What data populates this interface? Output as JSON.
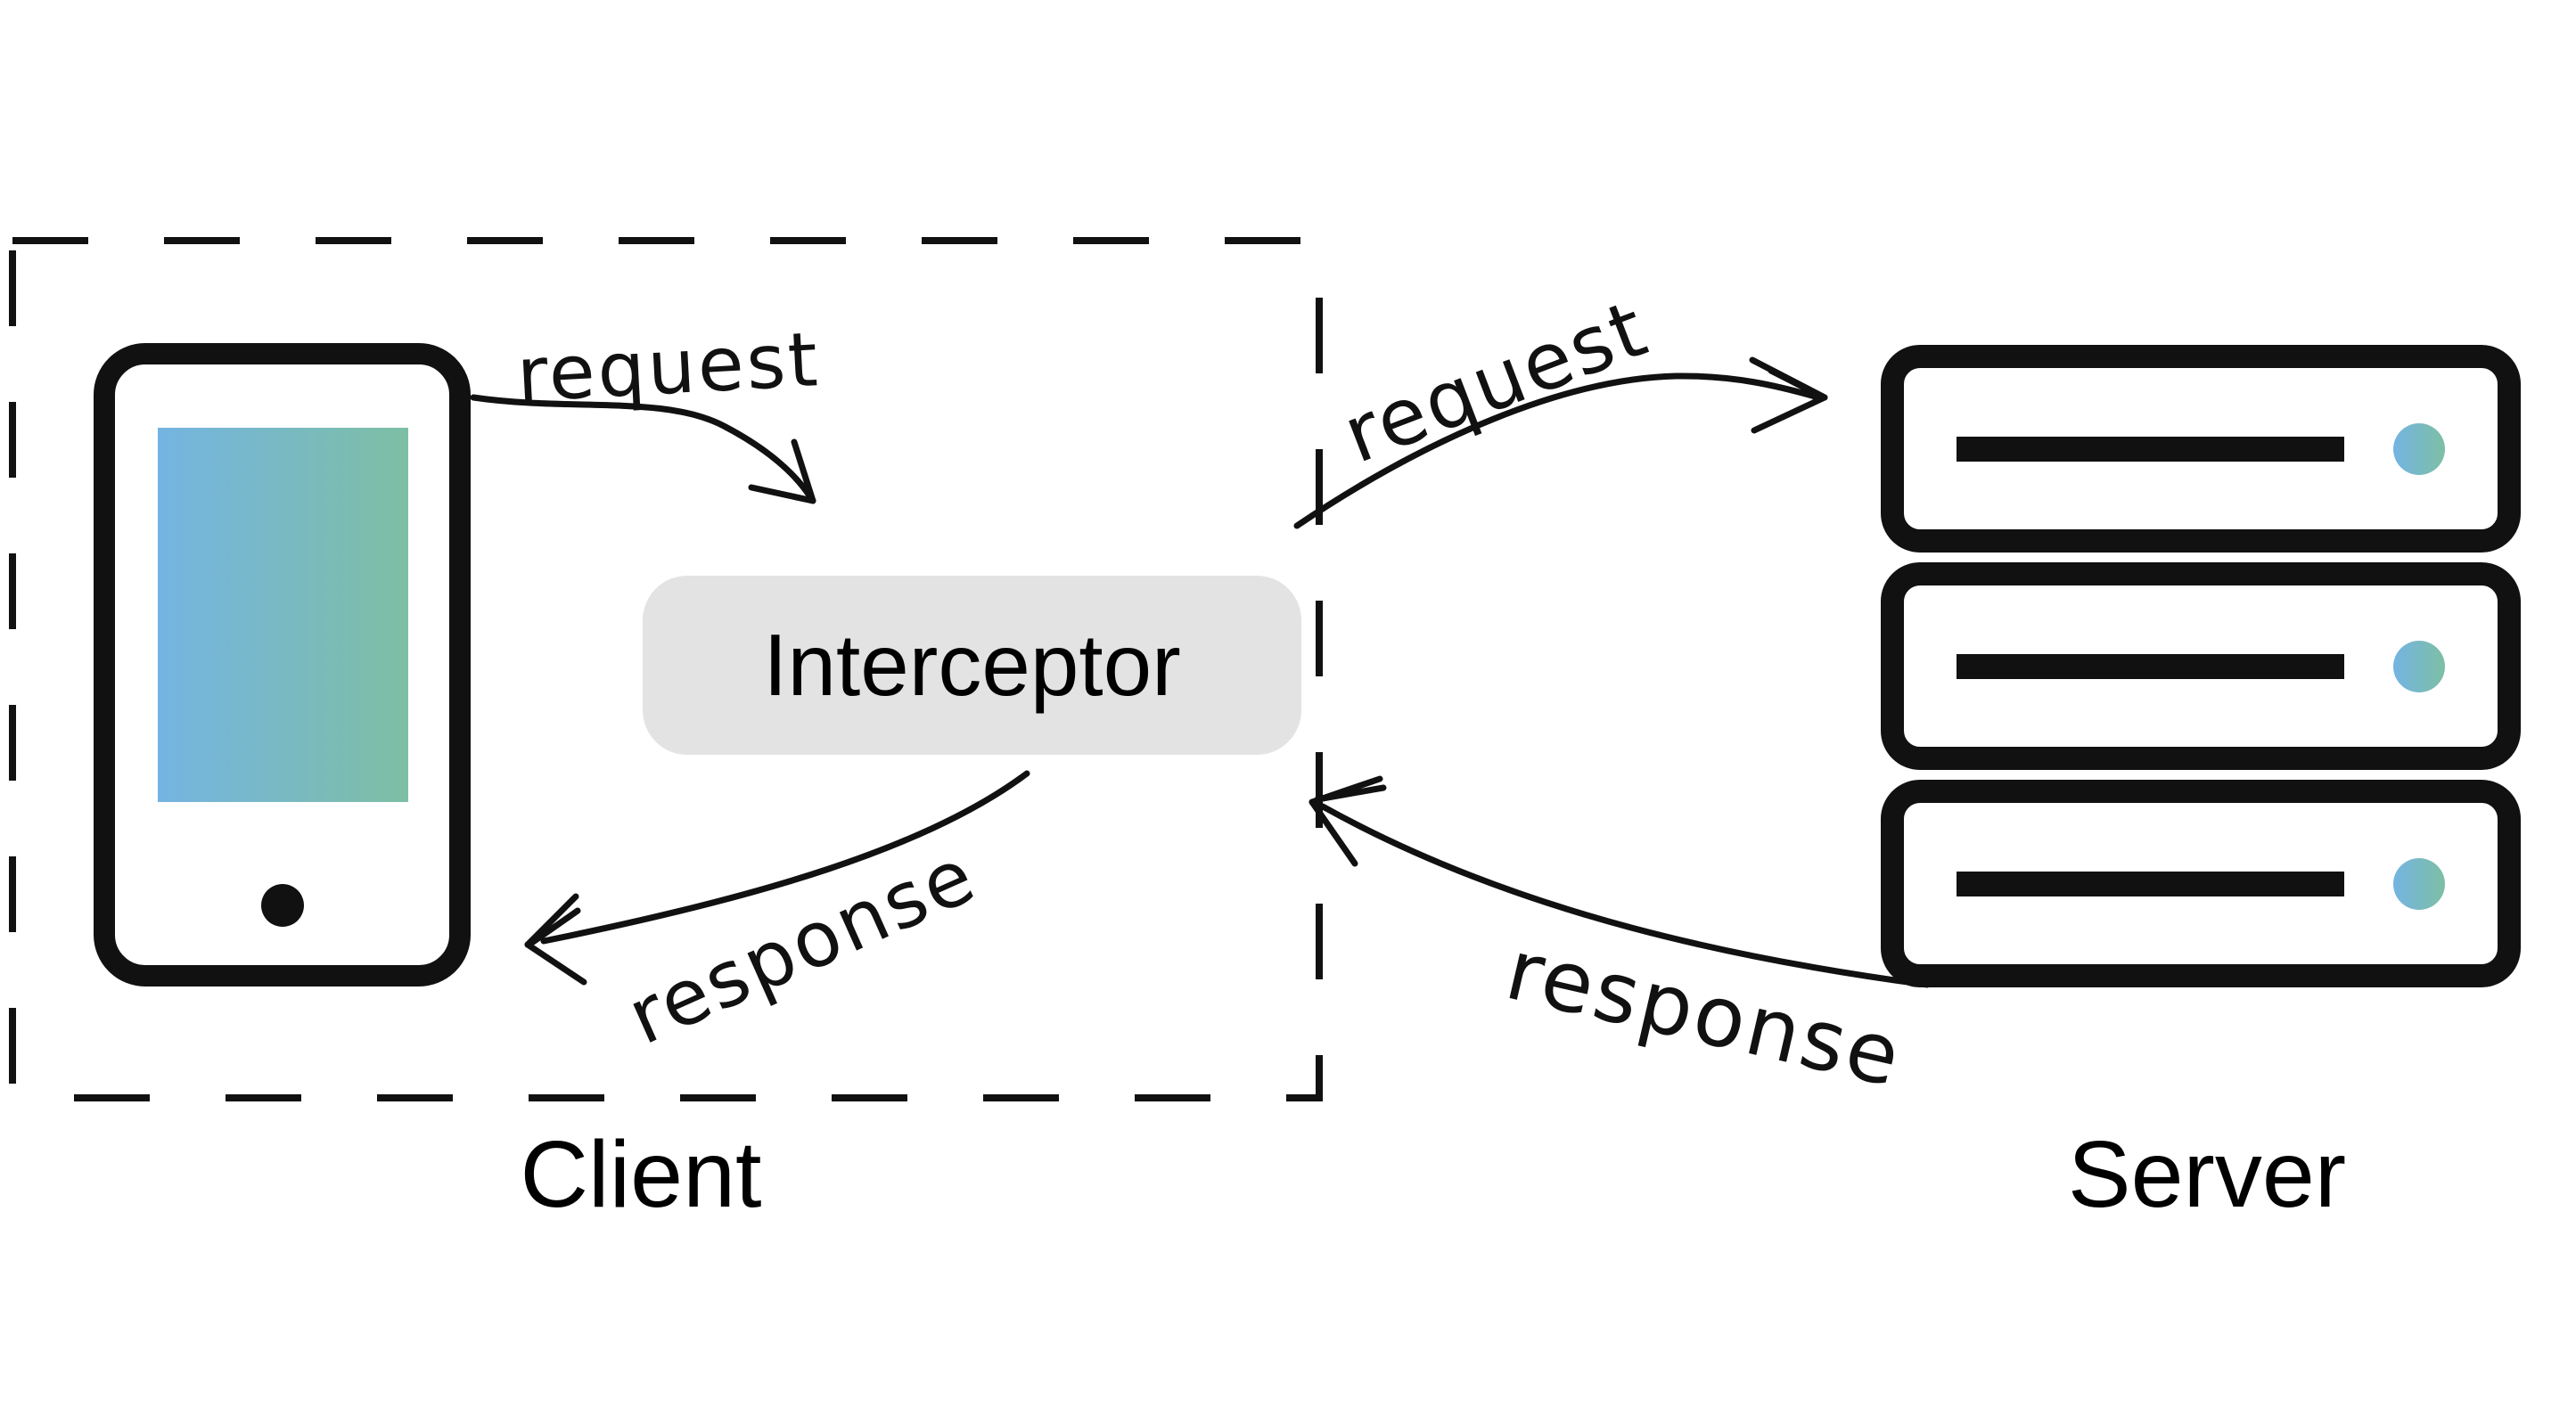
{
  "theme": {
    "ink": "#111111",
    "box-gray": "#e3e3e3",
    "accent-blue": "#74b4e2",
    "accent-green": "#7dbfa4"
  },
  "client": {
    "label": "Client"
  },
  "server": {
    "label": "Server",
    "units": 3
  },
  "interceptor": {
    "label": "Interceptor"
  },
  "arrows": {
    "request_from_client": {
      "label": "request"
    },
    "request_to_server": {
      "label": "request"
    },
    "response_to_client": {
      "label": "response"
    },
    "response_from_server": {
      "label": "response"
    }
  }
}
